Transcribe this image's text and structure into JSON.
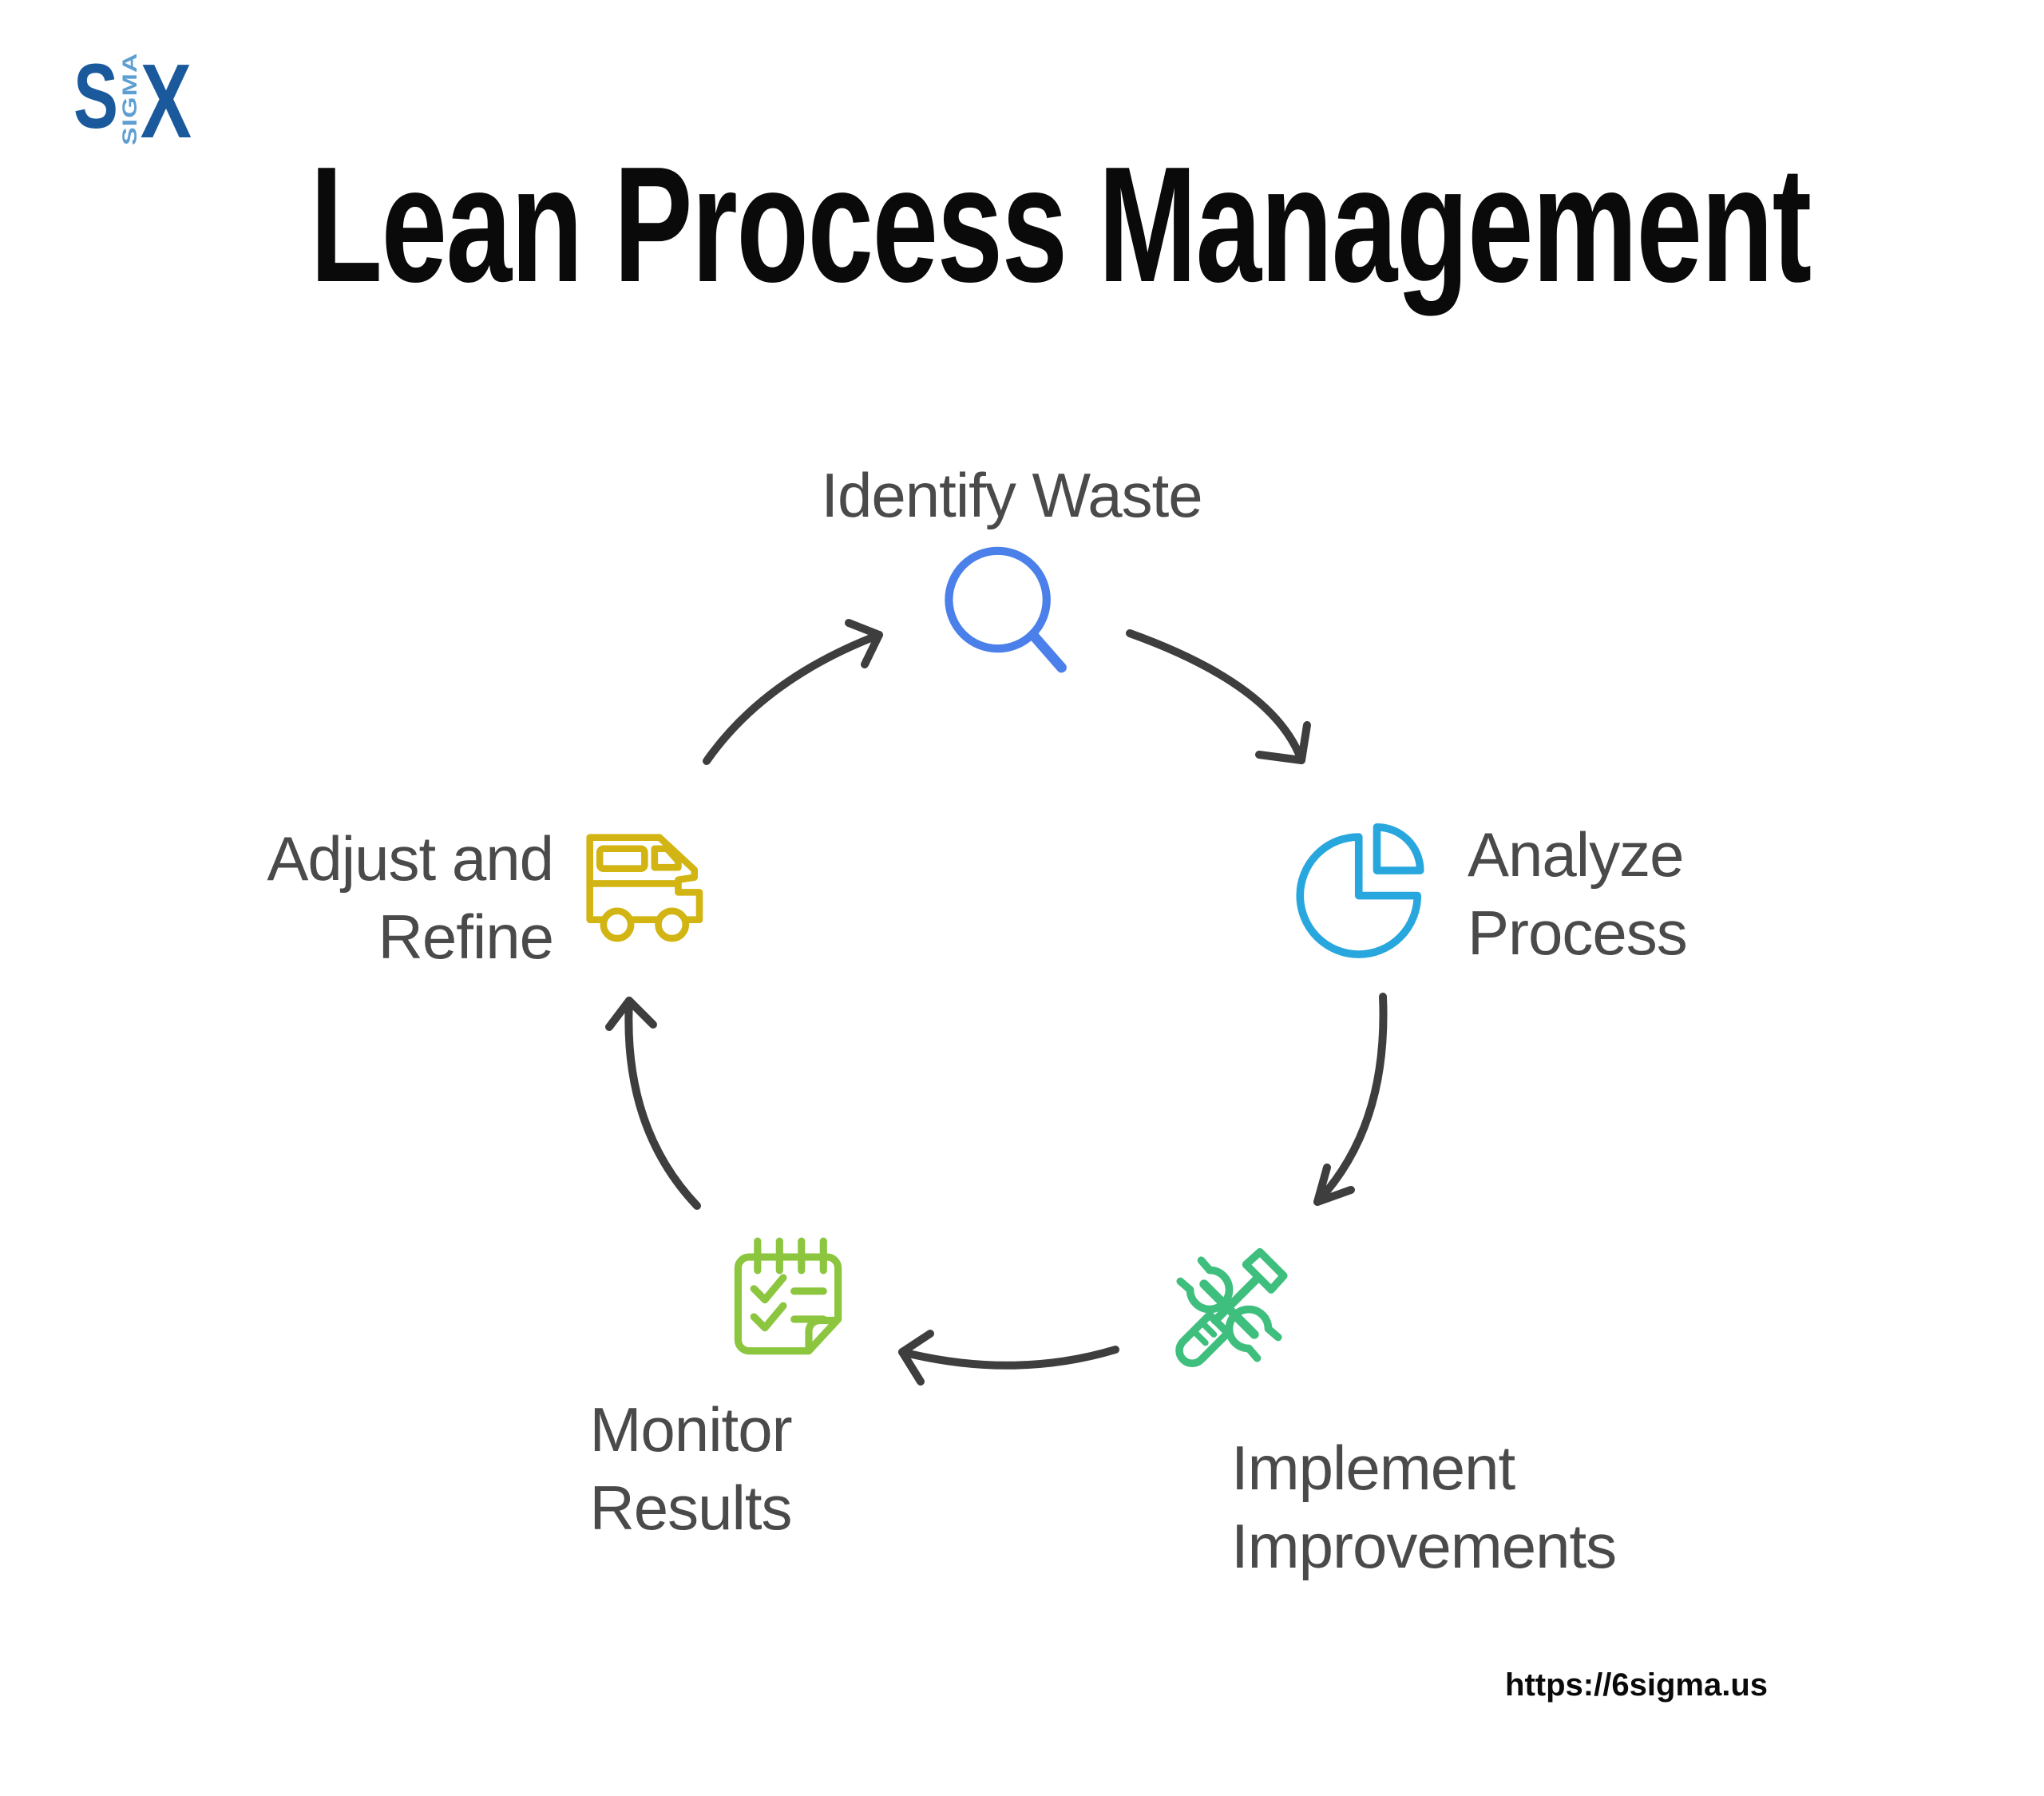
{
  "logo": {
    "part_s": "S",
    "part_sigma": "SIGMA",
    "part_x": "X"
  },
  "title": "Lean Process Management",
  "footer": {
    "url": "https://6sigma.us"
  },
  "colors": {
    "title": "#0a0a0a",
    "label": "#4a4a4a",
    "arrow": "#3e3e3e",
    "logo_dark": "#1a5a9c",
    "logo_light": "#5e9fd2",
    "identify": "#4b80ea",
    "analyze": "#27a7dd",
    "implement": "#3fbf7d",
    "monitor": "#8cc63f",
    "adjust": "#d2b512"
  },
  "steps": [
    {
      "id": "identify-waste",
      "icon": "magnifier-icon",
      "color": "#4b80ea",
      "lines": [
        "Identify Waste"
      ]
    },
    {
      "id": "analyze-process",
      "icon": "pie-chart-icon",
      "color": "#27a7dd",
      "lines": [
        "Analyze",
        "Process"
      ]
    },
    {
      "id": "implement-improvements",
      "icon": "tools-icon",
      "color": "#3fbf7d",
      "lines": [
        "Implement",
        "Improvements"
      ]
    },
    {
      "id": "monitor-results",
      "icon": "checklist-icon",
      "color": "#8cc63f",
      "lines": [
        "Monitor",
        "Results"
      ]
    },
    {
      "id": "adjust-refine",
      "icon": "truck-icon",
      "color": "#d2b512",
      "lines": [
        "Adjust and",
        "Refine"
      ]
    }
  ]
}
